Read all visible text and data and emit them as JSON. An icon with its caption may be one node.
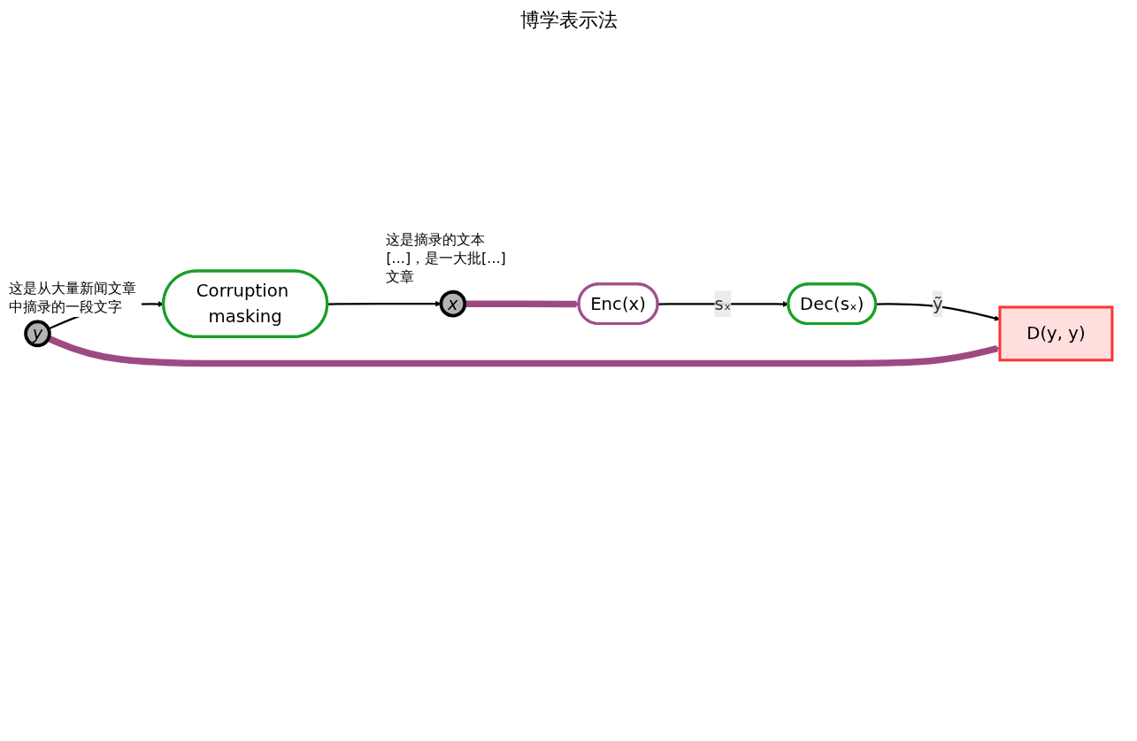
{
  "diagram": {
    "nodes": [
      {
        "text": [
          "Enc(x)"
        ]
      },
      {
        "text": [
          "Dec(sₓ)"
        ]
      },
      {
        "text": [
          "D(y, y)"
        ]
      },
      {
        "text": [
          "x"
        ],
        "beside": [
          "这是摘录的文本[...]，是一大批[...]文章"
        ]
      },
      {
        "text": [
          "y"
        ],
        "beside": [
          "这是从大量新闻文章中摘录的一段文字"
        ]
      },
      {
        "text": [
          "Corruption masking"
        ]
      }
    ],
    "edges": [
      {
        "from": 3,
        "to": 0,
        "arrow": "to",
        "style": "thick",
        "color": "#9e4a82"
      },
      {
        "from": 0,
        "to": 1,
        "arrow": "to",
        "label": "sₓ"
      },
      {
        "from": 1,
        "to": 2,
        "arrow": "to",
        "label": "ỹ"
      },
      {
        "from": 4,
        "to": 2,
        "arrow": "to",
        "style": "thick",
        "color": "#9e4a82"
      },
      {
        "from": 4,
        "to": 5,
        "arrow": "to"
      },
      {
        "from": 5,
        "to": 3,
        "arrow": "to"
      }
    ],
    "labels": [
      "博学表示法"
    ]
  }
}
